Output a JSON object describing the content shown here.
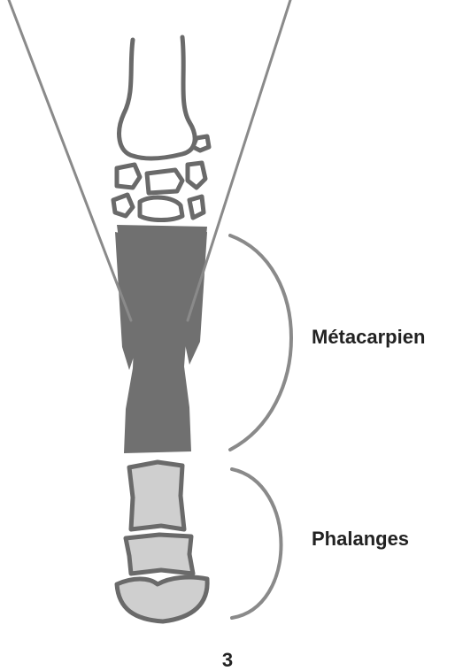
{
  "labels": {
    "metacarpal": "Métacarpien",
    "phalanges": "Phalanges"
  },
  "figure_number": "3",
  "colors": {
    "metacarpal_fill": "#707070",
    "phalanx_fill": "#cfcfcf",
    "outline": "#6a6a6a",
    "guide_line": "#8a8a8a",
    "text": "#222222"
  }
}
